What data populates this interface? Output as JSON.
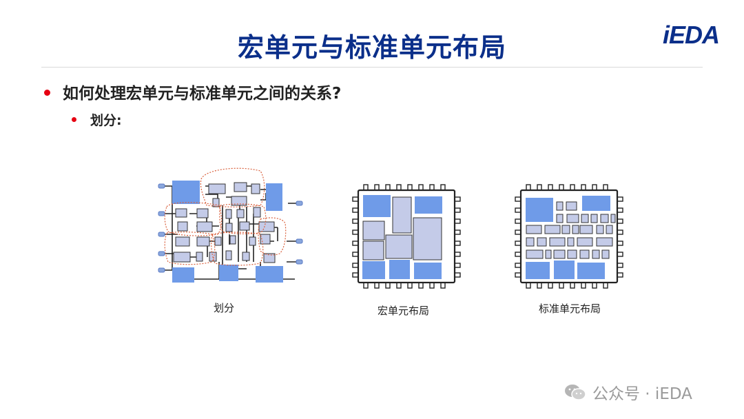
{
  "title": "宏单元与标准单元布局",
  "logo": "iEDA",
  "bullets": {
    "level1": "如何处理宏单元与标准单元之间的关系?",
    "level2": "划分:"
  },
  "figures": [
    {
      "caption": "划分"
    },
    {
      "caption": "宏单元布局"
    },
    {
      "caption": "标准单元布局"
    }
  ],
  "watermark": {
    "icon": "wechat-icon",
    "text": "公众号 · iEDA"
  },
  "colors": {
    "title": "#0b2f8a",
    "bullet": "#e60012",
    "macro": "#6f9be8",
    "cell": "#c4cbe8",
    "partition": "#d9603c"
  }
}
